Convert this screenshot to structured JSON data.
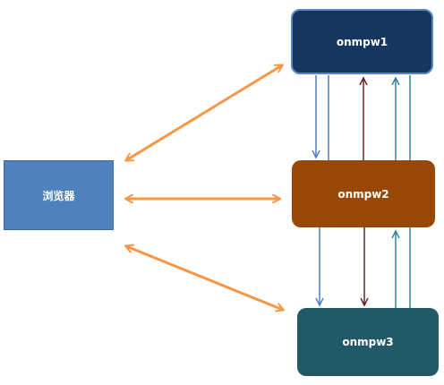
{
  "nodes": {
    "browser": "浏览器",
    "onmpw1": "onmpw1",
    "onmpw2": "onmpw2",
    "onmpw3": "onmpw3"
  },
  "colors": {
    "browser": "#4f81bd",
    "onmpw1": "#17365d",
    "onmpw2": "#974706",
    "onmpw3": "#215967",
    "client_link": "#f79646",
    "blue_link": "#4f81bd",
    "red_link": "#632523",
    "teal_link": "#31859c"
  }
}
